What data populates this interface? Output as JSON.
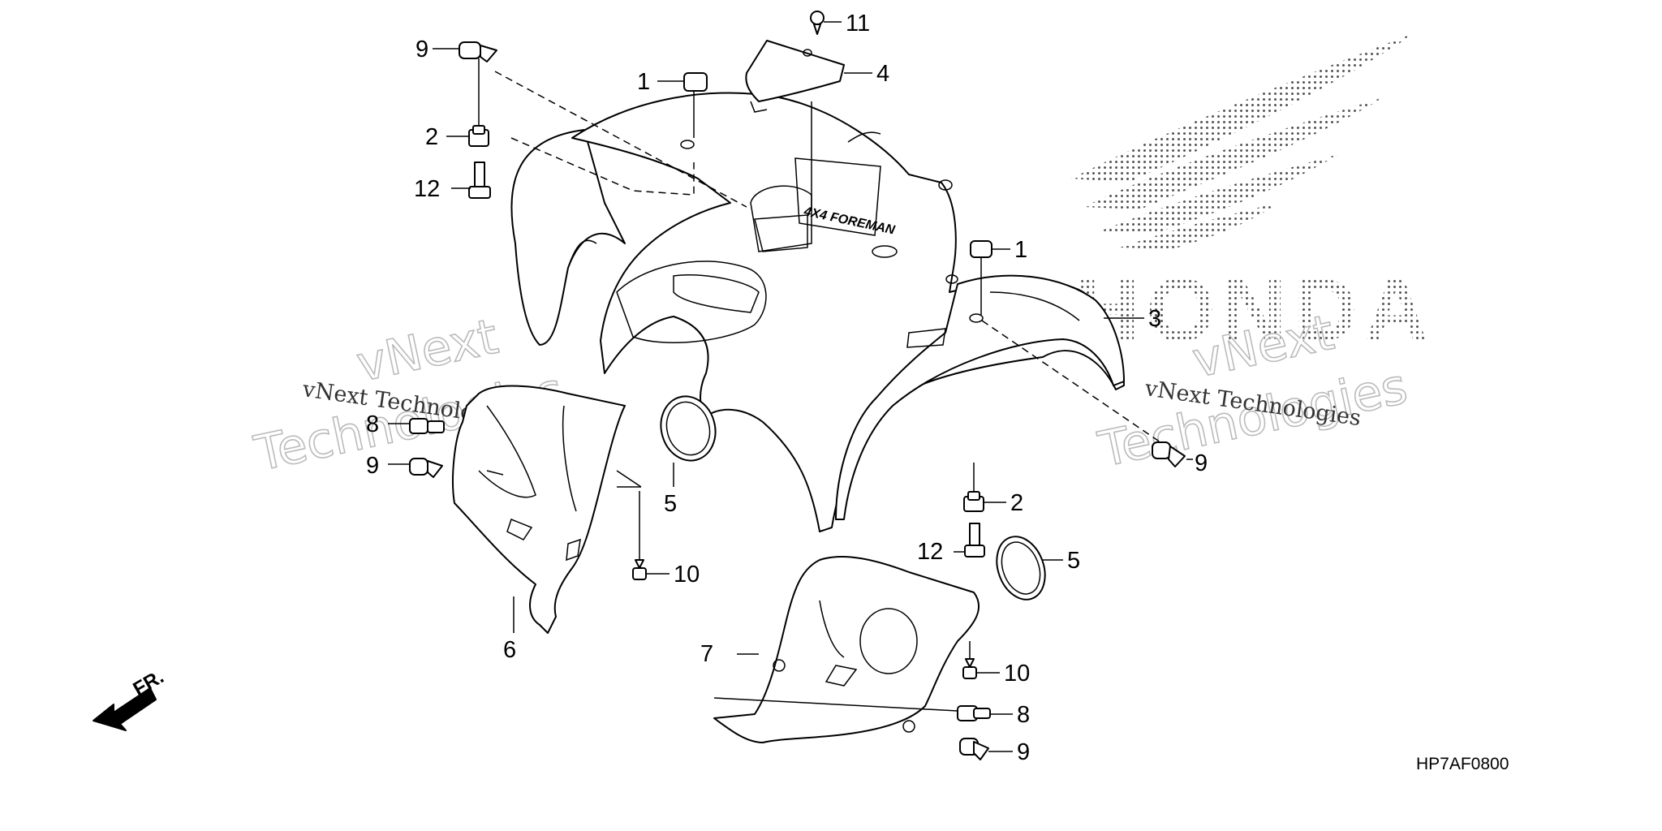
{
  "diagram": {
    "reference_code": "HP7AF0800",
    "front_arrow_label": "FR.",
    "brand_logo_text": "HONDA",
    "model_decal_text": "4X4 FOREMAN",
    "watermarks": {
      "small_label": "vNext Technologies",
      "large_line1": "vNext",
      "large_line2": "Technologies"
    },
    "callouts": [
      {
        "id": "c9a",
        "label": "9"
      },
      {
        "id": "c11",
        "label": "11"
      },
      {
        "id": "c1a",
        "label": "1"
      },
      {
        "id": "c4",
        "label": "4"
      },
      {
        "id": "c2a",
        "label": "2"
      },
      {
        "id": "c12a",
        "label": "12"
      },
      {
        "id": "c1b",
        "label": "1"
      },
      {
        "id": "c3",
        "label": "3"
      },
      {
        "id": "c8a",
        "label": "8"
      },
      {
        "id": "c9b",
        "label": "9"
      },
      {
        "id": "c5a",
        "label": "5"
      },
      {
        "id": "c9c",
        "label": "9"
      },
      {
        "id": "c2b",
        "label": "2"
      },
      {
        "id": "c12b",
        "label": "12"
      },
      {
        "id": "c5b",
        "label": "5"
      },
      {
        "id": "c10a",
        "label": "10"
      },
      {
        "id": "c6",
        "label": "6"
      },
      {
        "id": "c7",
        "label": "7"
      },
      {
        "id": "c10b",
        "label": "10"
      },
      {
        "id": "c8b",
        "label": "8"
      },
      {
        "id": "c9d",
        "label": "9"
      }
    ]
  }
}
